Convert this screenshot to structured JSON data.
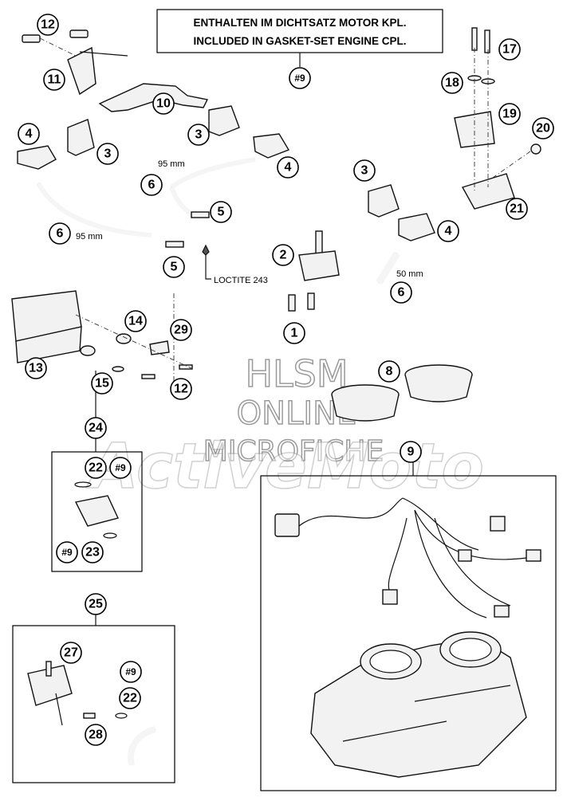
{
  "note": {
    "line1": "ENTHALTEN IM DICHTSATZ MOTOR KPL.",
    "line2": "INCLUDED IN GASKET-SET ENGINE CPL.",
    "ref": "#9"
  },
  "watermark": {
    "line1": "HLSM",
    "line2": "ONLINE",
    "line3": "MICROFICHE",
    "brand": "ActiveMoto"
  },
  "annotations": {
    "hose_a": "95 mm",
    "hose_b": "95 mm",
    "hose_c": "50 mm",
    "loctite": "LOCTITE 243"
  },
  "callouts": {
    "c12a": "12",
    "c11": "11",
    "c10": "10",
    "c4a": "4",
    "c3a": "3",
    "c3b": "3",
    "c4b": "4",
    "c6a": "6",
    "c5a": "5",
    "c6b": "6",
    "c5b": "5",
    "c2": "2",
    "c3c": "3",
    "c4c": "4",
    "c6c": "6",
    "c1": "1",
    "c17": "17",
    "c18": "18",
    "c19": "19",
    "c20": "20",
    "c21": "21",
    "c13": "13",
    "c14": "14",
    "c29": "29",
    "c15": "15",
    "c12b": "12",
    "c8": "8",
    "c9": "9",
    "c24": "24",
    "c22a": "22",
    "c9b": "#9",
    "c9c": "#9",
    "c23": "23",
    "c25": "25",
    "c27": "27",
    "c9d": "#9",
    "c22b": "22",
    "c28": "28",
    "cnote": "#9"
  }
}
